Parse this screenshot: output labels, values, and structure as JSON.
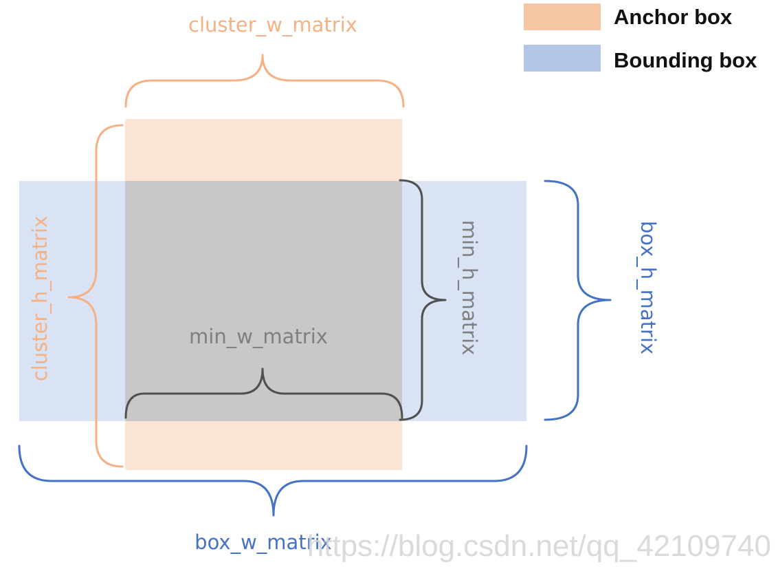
{
  "legend": [
    {
      "label": "Anchor box",
      "color": "#f7c6a3"
    },
    {
      "label": "Bounding box",
      "color": "#b4c5e7"
    }
  ],
  "labels": {
    "cluster_w": "cluster_w_matrix",
    "cluster_h": "cluster_h_matrix",
    "min_w": "min_w_matrix",
    "min_h": "min_h_matrix",
    "box_w": "box_w_matrix",
    "box_h": "box_h_matrix"
  },
  "watermark": "https://blog.csdn.net/qq_42109740",
  "colors": {
    "anchor_fill": "#fbe4d5",
    "bounding_fill": "#dae3f3",
    "overlap_fill": "#c8c8c8",
    "anchor_accent": "#f4b183",
    "bounding_accent": "#4472c4",
    "overlap_accent": "#505050",
    "overlap_text": "#7f7f7f"
  }
}
